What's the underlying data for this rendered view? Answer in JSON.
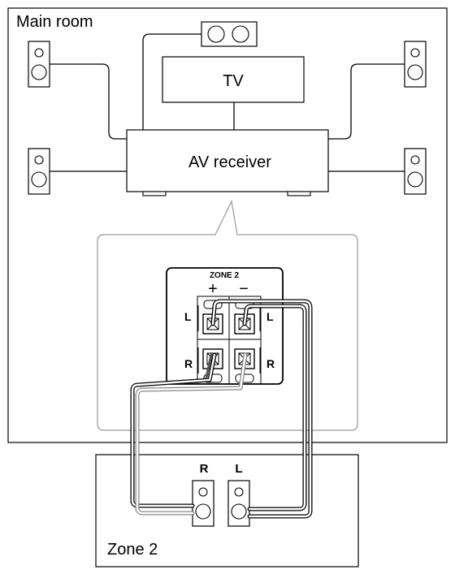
{
  "main_room": {
    "label": "Main room"
  },
  "tv": {
    "label": "TV"
  },
  "receiver": {
    "label": "AV receiver"
  },
  "terminal": {
    "title": "ZONE 2",
    "plus": "+",
    "minus": "−",
    "left_label": "L",
    "right_label": "R",
    "left_label_2": "L",
    "right_label_2": "R"
  },
  "zone2": {
    "label": "Zone 2",
    "speaker_r_label": "R",
    "speaker_l_label": "L"
  }
}
